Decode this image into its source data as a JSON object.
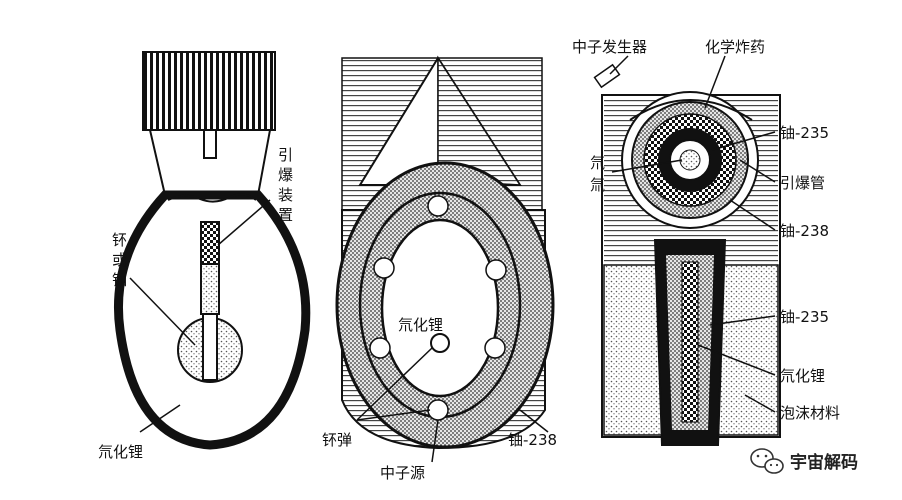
{
  "diagram_a": {
    "label_trigger_1": "引",
    "label_trigger_2": "爆",
    "label_trigger_3": "装",
    "label_trigger_4": "置",
    "label_fuel_1": "钚",
    "label_fuel_2": "或",
    "label_fuel_3": "铀",
    "label_bottom": "氘化锂"
  },
  "diagram_b": {
    "label_center": "氘化锂",
    "label_pu": "钚弹",
    "label_source": "中子源",
    "label_u238": "铀-238"
  },
  "diagram_c": {
    "label_generator": "中子发生器",
    "label_explosive": "化学炸药",
    "label_u235_top": "铀-235",
    "label_gas_1": "氘",
    "label_gas_2": "氚",
    "label_detonator": "引爆管",
    "label_u238": "铀-238",
    "label_u235_bottom": "铀-235",
    "label_lithium": "氘化锂",
    "label_foam": "泡沫材料"
  },
  "watermark": {
    "text": "宇宙解码"
  }
}
